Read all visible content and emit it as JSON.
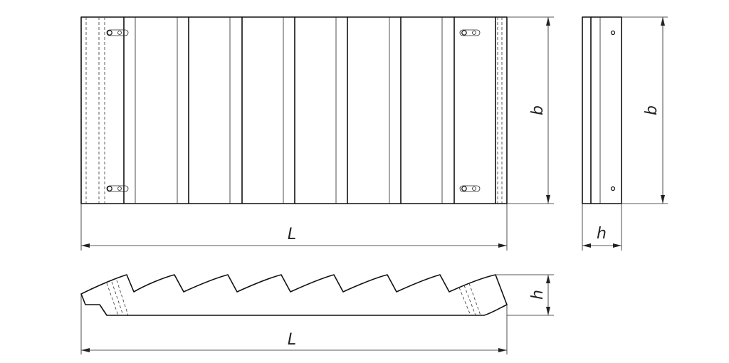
{
  "drawing": {
    "front_view_dims": {
      "length_label": "L",
      "height_label": "b"
    },
    "side_view_dims": {
      "height_label": "b",
      "thickness_label": "h"
    },
    "bottom_view_dims": {
      "length_label": "L",
      "thickness_label": "h"
    }
  },
  "colors": {
    "line": "#111111",
    "background": "#ffffff"
  }
}
